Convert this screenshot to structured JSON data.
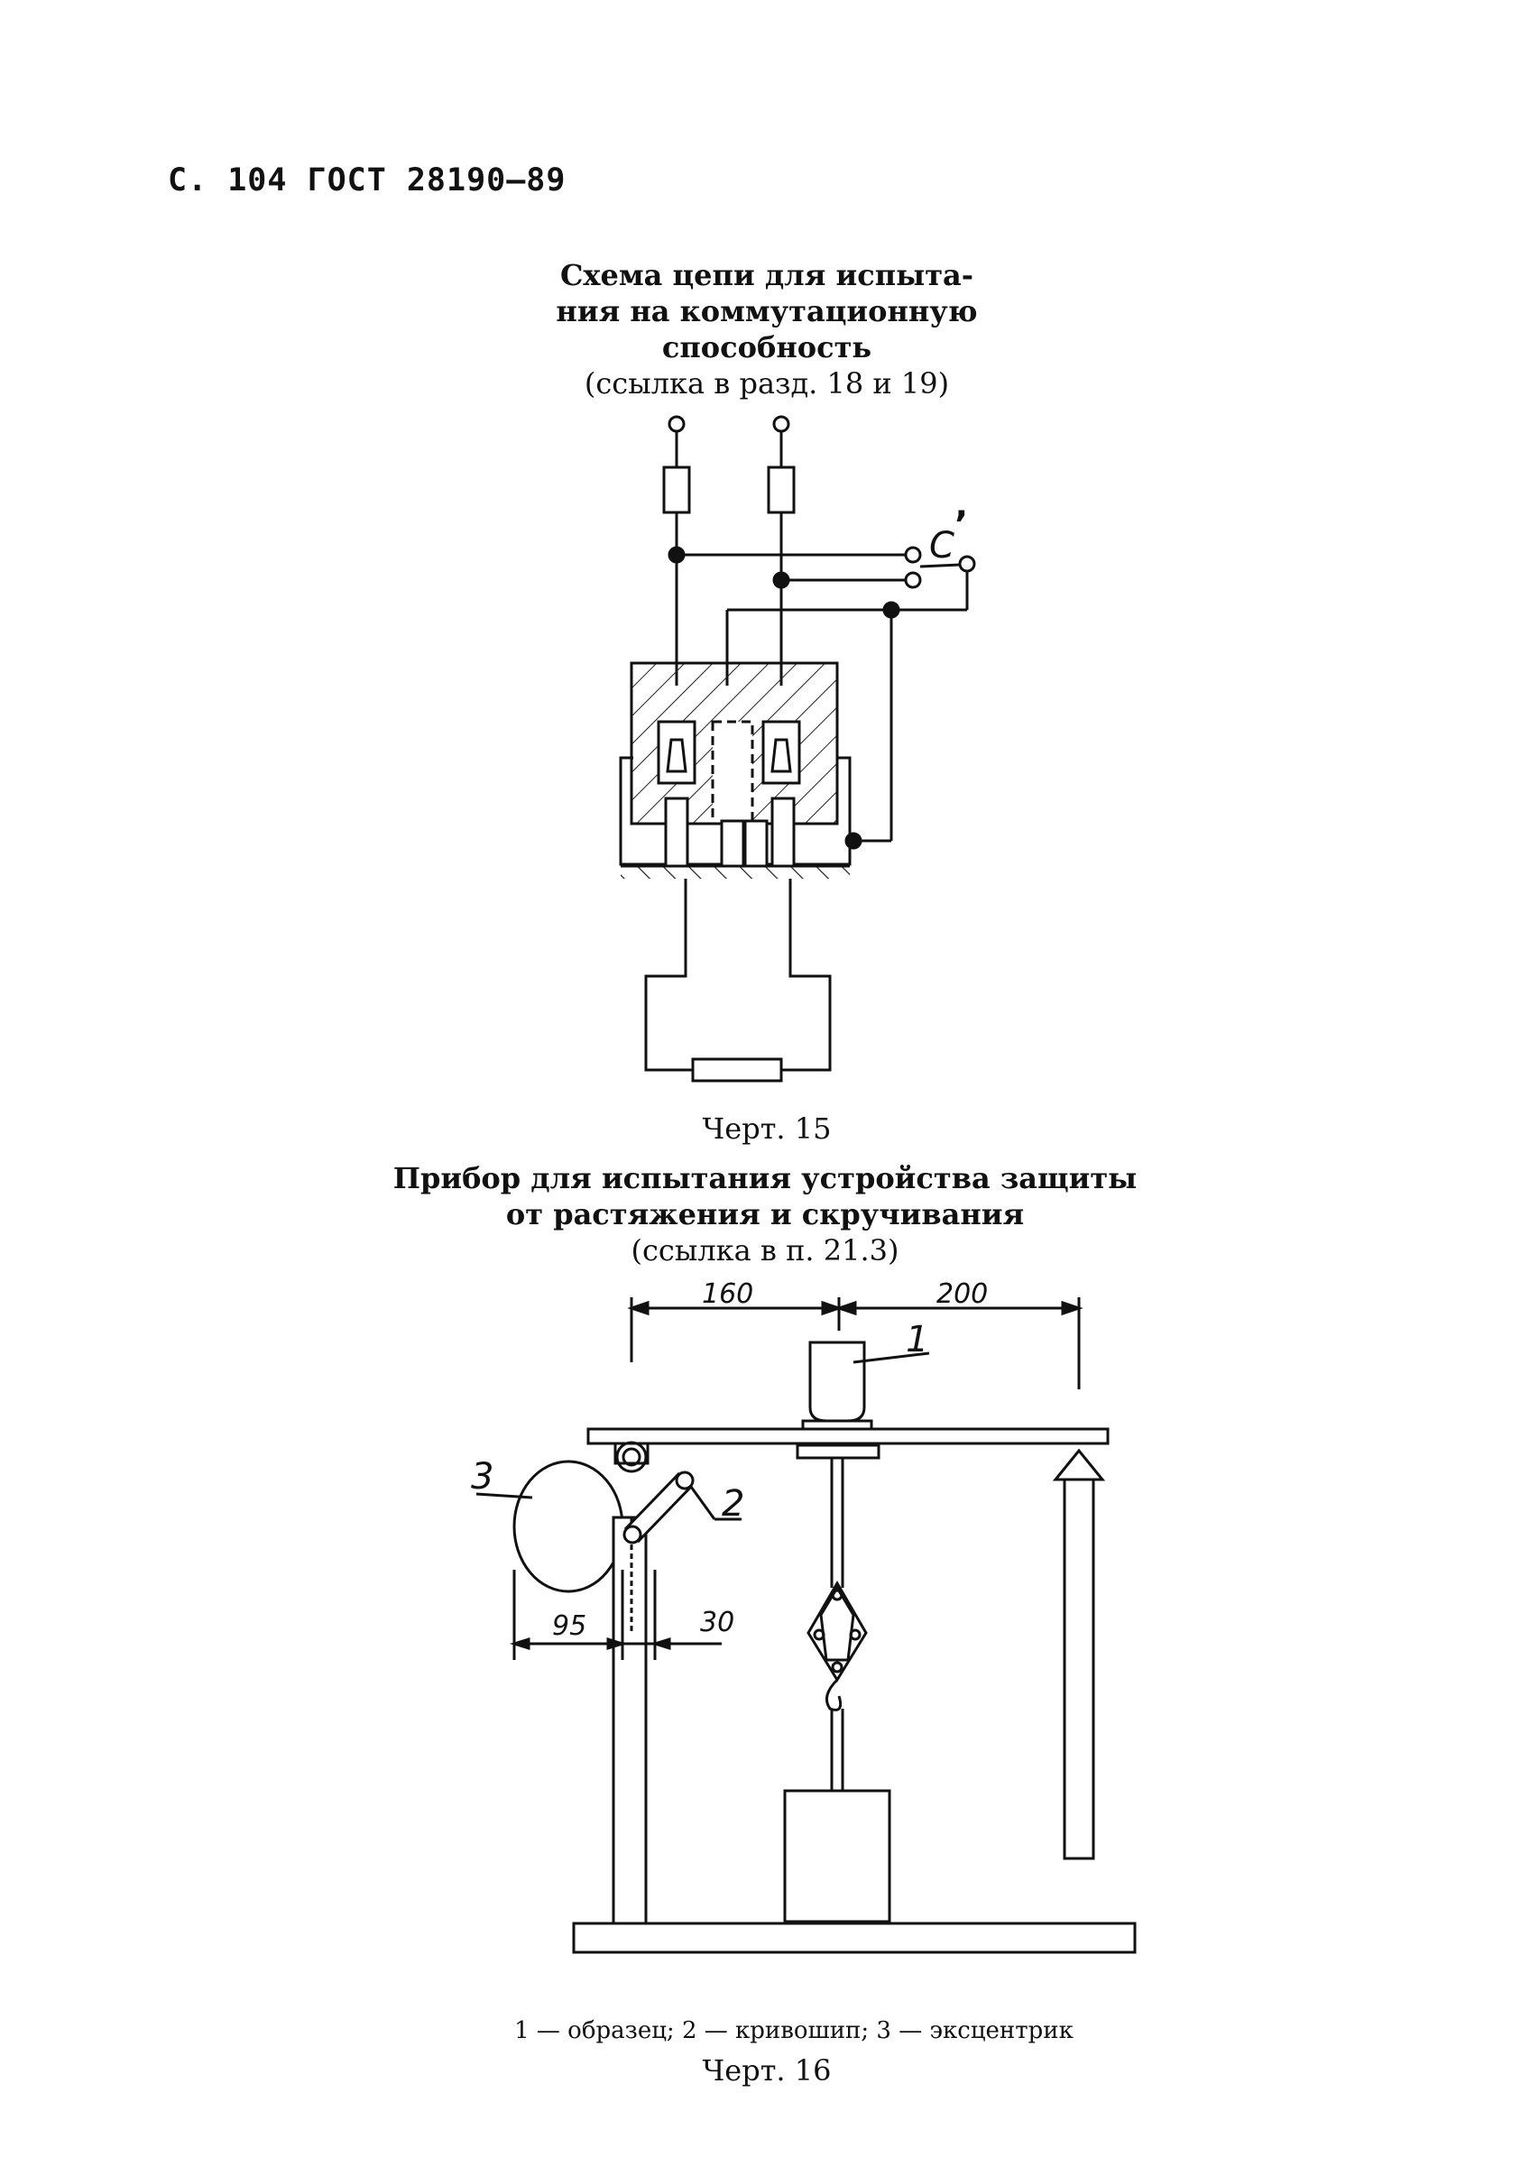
{
  "header": "С. 104 ГОСТ 28190—89",
  "fig15": {
    "title_lines": [
      "Схема цепи для испыта-",
      "ния на коммутационную",
      "способность"
    ],
    "ref": "(ссылка в разд. 18 и 19)",
    "switch_label": "С",
    "caption": "Черт. 15"
  },
  "fig16": {
    "title_lines": [
      "Прибор для испытания устройства защиты",
      "от растяжения и скручивания"
    ],
    "ref": "(ссылка в п. 21.3)",
    "dims": {
      "d160": "160",
      "d200": "200",
      "d95": "95",
      "d30": "30"
    },
    "callouts": {
      "c1": "1",
      "c2": "2",
      "c3": "3"
    },
    "legend": "1 — образец; 2 — кривошип; 3 — эксцентрик",
    "caption": "Черт. 16"
  }
}
